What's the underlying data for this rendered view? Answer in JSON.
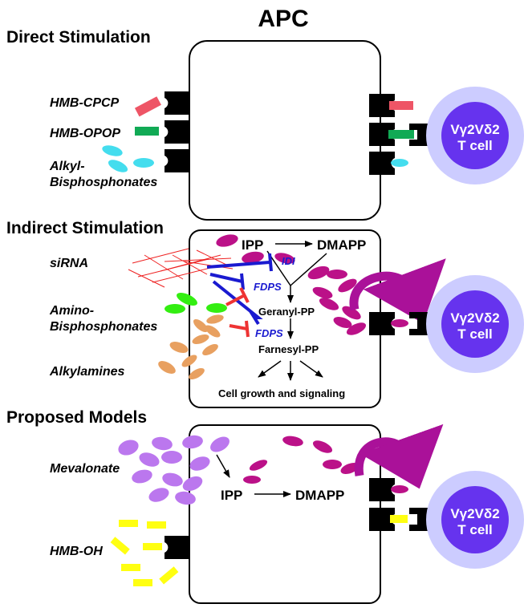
{
  "title": "APC",
  "sections": {
    "direct": {
      "heading": "Direct Stimulation",
      "labels": [
        "HMB-CPCP",
        "HMB-OPOP",
        "Alkyl-",
        "Bisphosphonates"
      ]
    },
    "indirect": {
      "heading": "Indirect Stimulation",
      "labels": [
        "siRNA",
        "Amino-",
        "Bisphosphonates",
        "Alkylamines"
      ],
      "pathway": {
        "ipp": "IPP",
        "dmapp": "DMAPP",
        "idi": "IDI",
        "fdps1": "FDPS",
        "geranyl": "Geranyl-PP",
        "fdps2": "FDPS",
        "farnesyl": "Farnesyl-PP",
        "growth": "Cell growth and signaling"
      }
    },
    "proposed": {
      "heading": "Proposed Models",
      "labels": [
        "Mevalonate",
        "HMB-OH"
      ],
      "pathway": {
        "ipp": "IPP",
        "dmapp": "DMAPP"
      }
    }
  },
  "t_cell": {
    "line1": "Vγ2Vδ2",
    "line2": "T cell"
  },
  "colors": {
    "hmb_cpcp": "#ee5566",
    "hmb_opop": "#11aa55",
    "alkyl_bisphosphonate": "#44ddee",
    "amino_bisphosphonate": "#33ee11",
    "alkylamine": "#e8a060",
    "mevalonate": "#bb77ee",
    "ipp_dmapp": "#bb1188",
    "hmb_oh": "#ffff11",
    "inhibitor_blue": "#1a1ad0",
    "inhibitor_red": "#ee3333",
    "t_cell_outer": "#ccccff",
    "t_cell_inner": "#6633ee"
  }
}
